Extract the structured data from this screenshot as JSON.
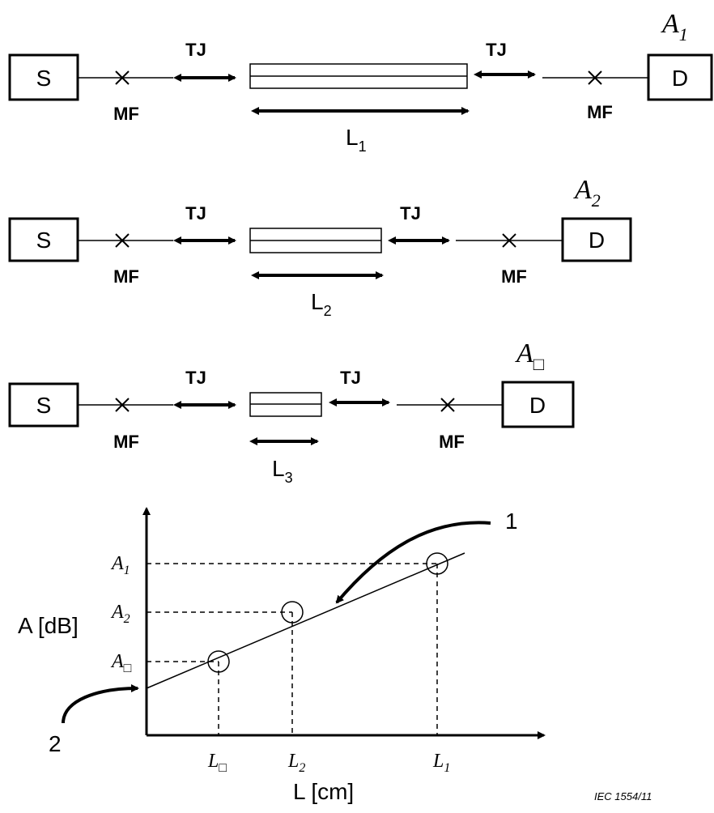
{
  "labels": {
    "source": "S",
    "detector": "D",
    "mode_filter": "MF",
    "joint": "TJ",
    "length_prefix": "L",
    "atten_prefix": "A",
    "axis_y": "A [dB]",
    "axis_x": "L [cm]",
    "callout_1": "1",
    "callout_2": "2",
    "figure_ref": "IEC   1554/11"
  },
  "setups": [
    {
      "length_sub": "1",
      "atten_sub": "1"
    },
    {
      "length_sub": "2",
      "atten_sub": "2"
    },
    {
      "length_sub": "3",
      "atten_sub": "□"
    }
  ],
  "graph": {
    "tick_labels_y": [
      {
        "main": "A",
        "sub": "1"
      },
      {
        "main": "A",
        "sub": "2"
      },
      {
        "main": "A",
        "sub": "□"
      }
    ],
    "tick_labels_x": [
      {
        "main": "L",
        "sub": "□"
      },
      {
        "main": "L",
        "sub": "2"
      },
      {
        "main": "L",
        "sub": "1"
      }
    ]
  }
}
